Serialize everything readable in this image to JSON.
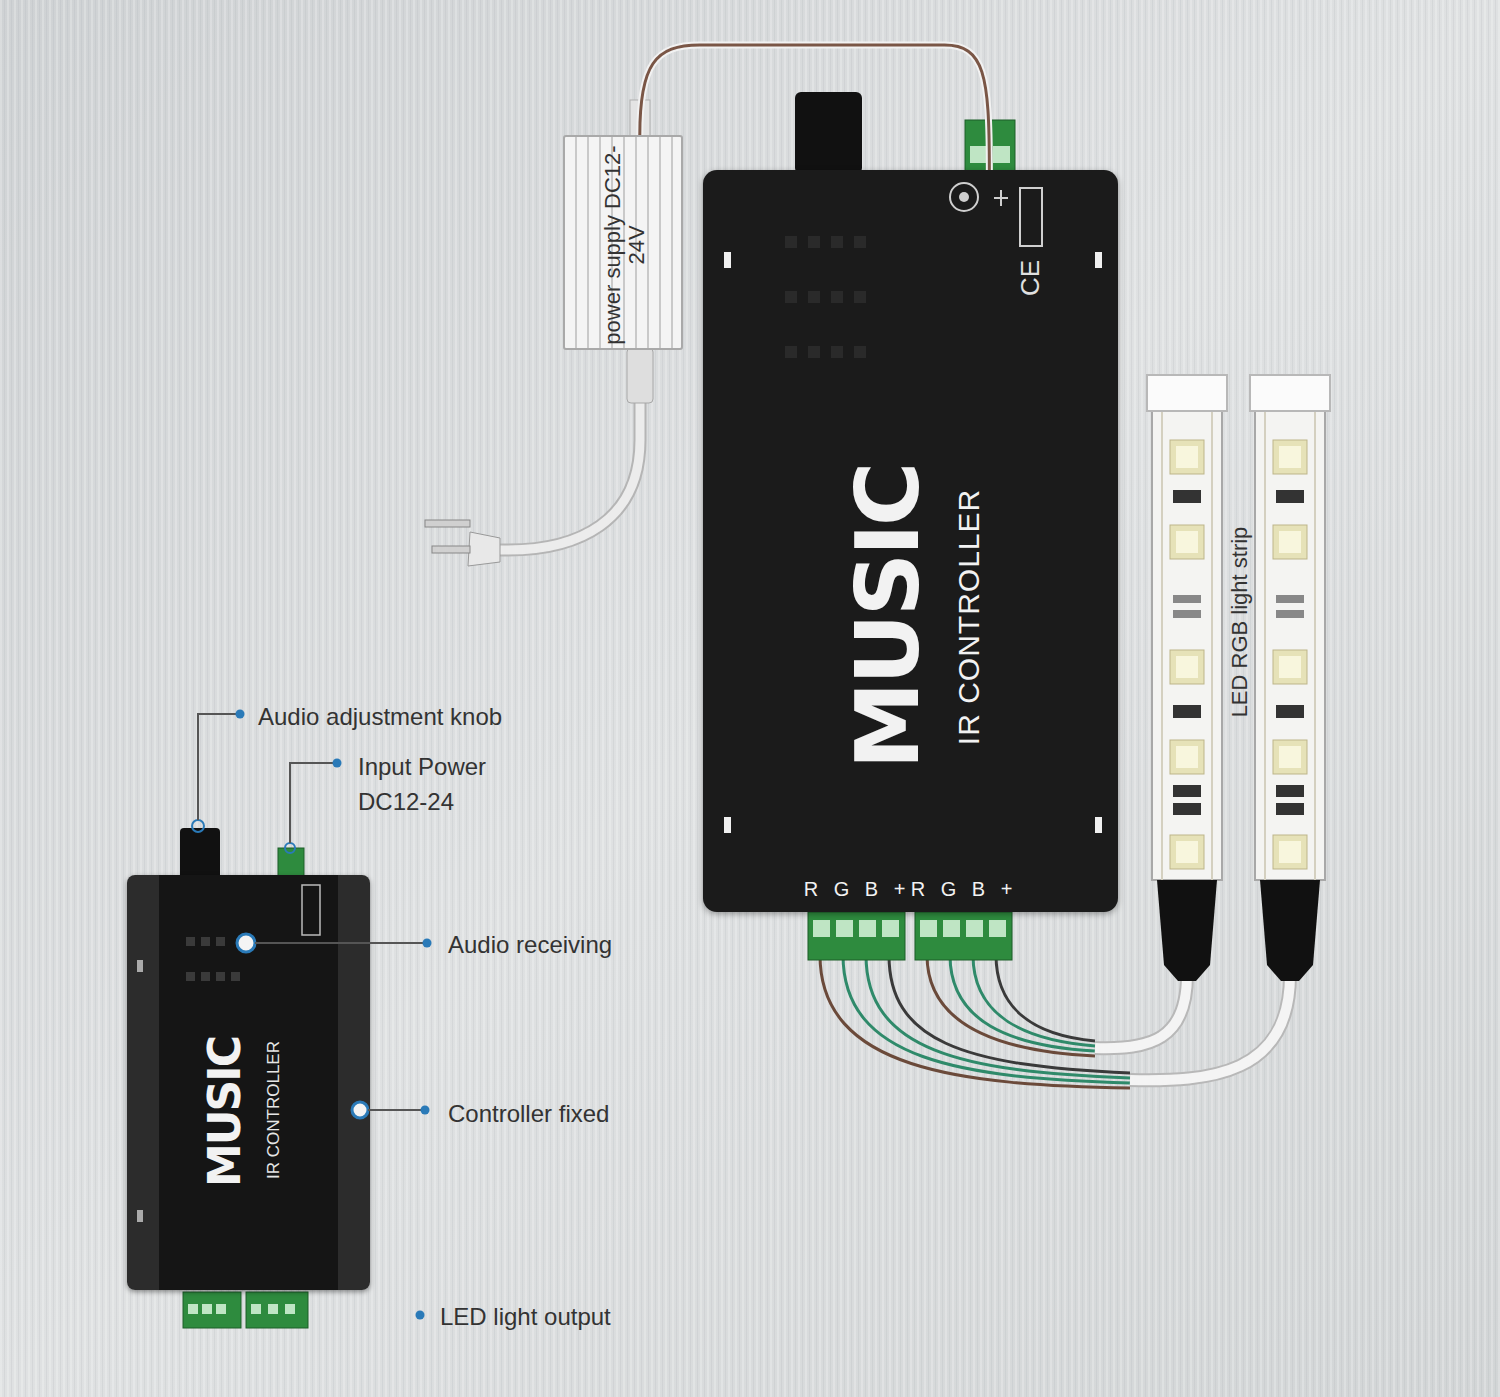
{
  "diagram": {
    "nodes": [
      {
        "text": [
          "power supply DC12-24V"
        ]
      },
      {
        "text": [
          "MUSIC",
          "IR CONTROLLER"
        ]
      },
      {
        "text": [
          "MUSIC",
          "IR CONTROLLER"
        ]
      }
    ],
    "edges": [
      {
        "from": 0,
        "to": 1,
        "arrow": "none"
      }
    ],
    "labels": [
      "R G B +",
      "R G B +",
      "CE",
      "LED RGB light strip",
      "Audio adjustment knob",
      "Input Power DC12-24",
      "Audio receiving",
      "Controller fixed",
      "LED light output"
    ]
  }
}
